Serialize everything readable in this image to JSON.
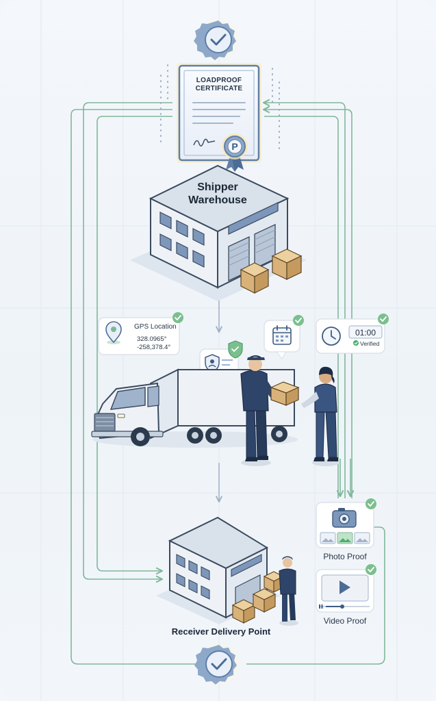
{
  "certificate": {
    "title_line1": "LOADPROOF",
    "title_line2": "CERTIFICATE",
    "seal_letter": "P"
  },
  "shipper": {
    "label_line1": "Shipper",
    "label_line2": "Warehouse"
  },
  "gps": {
    "label": "GPS Location",
    "lat": "328.0965°",
    "lon": "-258,378.4°"
  },
  "time": {
    "value": "01:00",
    "status": "Verified"
  },
  "proofs": {
    "photo": "Photo Proof",
    "video": "Video Proof"
  },
  "receiver": {
    "label": "Receiver Delivery Point"
  },
  "icons": {
    "badge_check": "badge-check-icon",
    "shield_check": "shield-check-icon",
    "map_pin": "map-pin-icon",
    "calendar": "calendar-icon",
    "clock": "clock-icon",
    "camera": "camera-icon",
    "play": "play-icon"
  },
  "colors": {
    "flow_line": "#7fb79a",
    "check_green": "#4caf6d",
    "badge_blue": "#5e7fa6",
    "badge_glow": "#fbe9b0",
    "navy_uniform": "#2e4468",
    "box_tan": "#d9b27a",
    "truck_white": "#eef2f7"
  }
}
